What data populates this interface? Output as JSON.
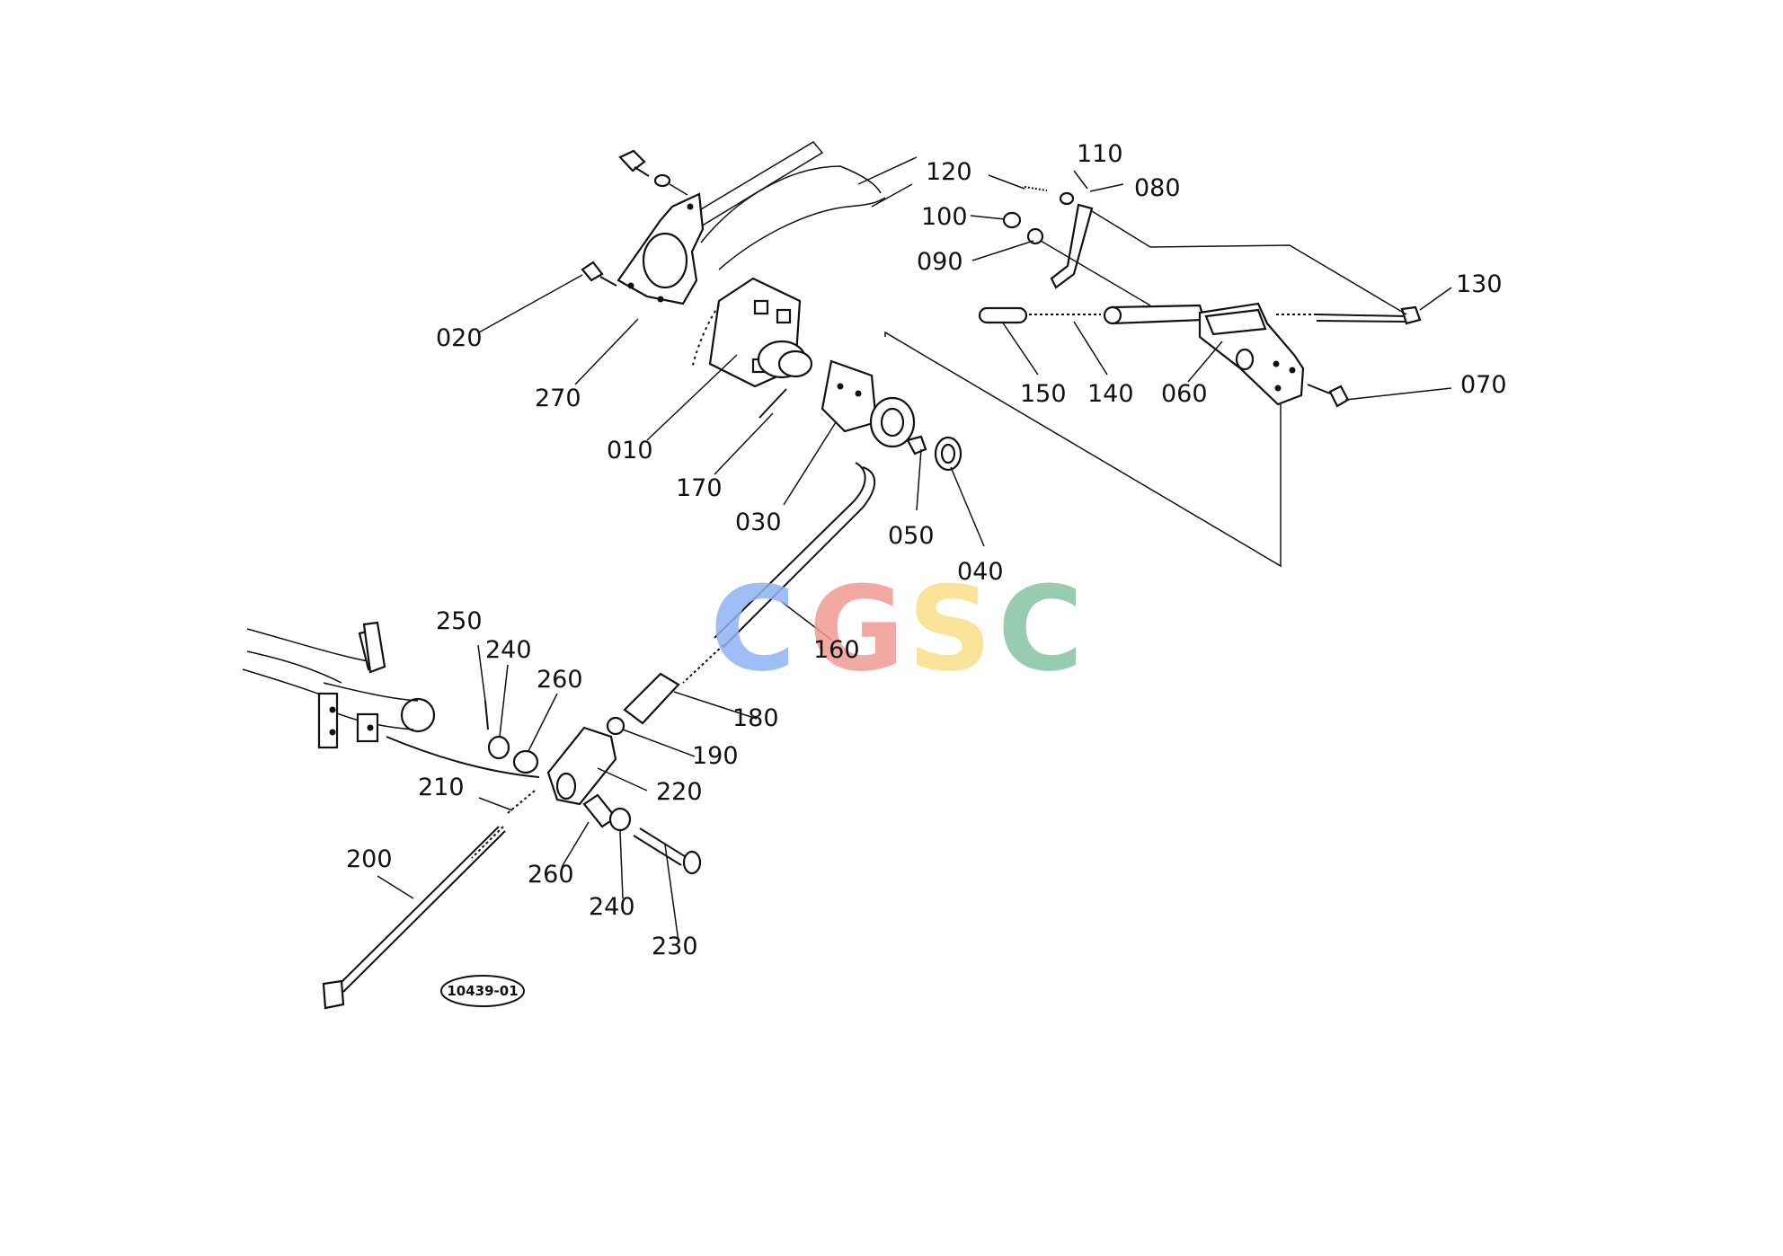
{
  "diagram": {
    "reference_code": "10439-01",
    "watermark": {
      "text": "CGSC",
      "letters": [
        {
          "char": "C",
          "color": "#8fb3f5"
        },
        {
          "char": "G",
          "color": "#f29b93"
        },
        {
          "char": "S",
          "color": "#f7df87"
        },
        {
          "char": "C",
          "color": "#86c4a2"
        }
      ]
    },
    "part_numbers": {
      "p010": "010",
      "p020": "020",
      "p030": "030",
      "p040": "040",
      "p050": "050",
      "p060": "060",
      "p070": "070",
      "p080": "080",
      "p090": "090",
      "p100": "100",
      "p110": "110",
      "p120": "120",
      "p130": "130",
      "p140": "140",
      "p150": "150",
      "p160": "160",
      "p170": "170",
      "p180": "180",
      "p190": "190",
      "p200": "200",
      "p210": "210",
      "p220": "220",
      "p230": "230",
      "p240a": "240",
      "p240b": "240",
      "p250": "250",
      "p260a": "260",
      "p260b": "260",
      "p270": "270"
    }
  }
}
